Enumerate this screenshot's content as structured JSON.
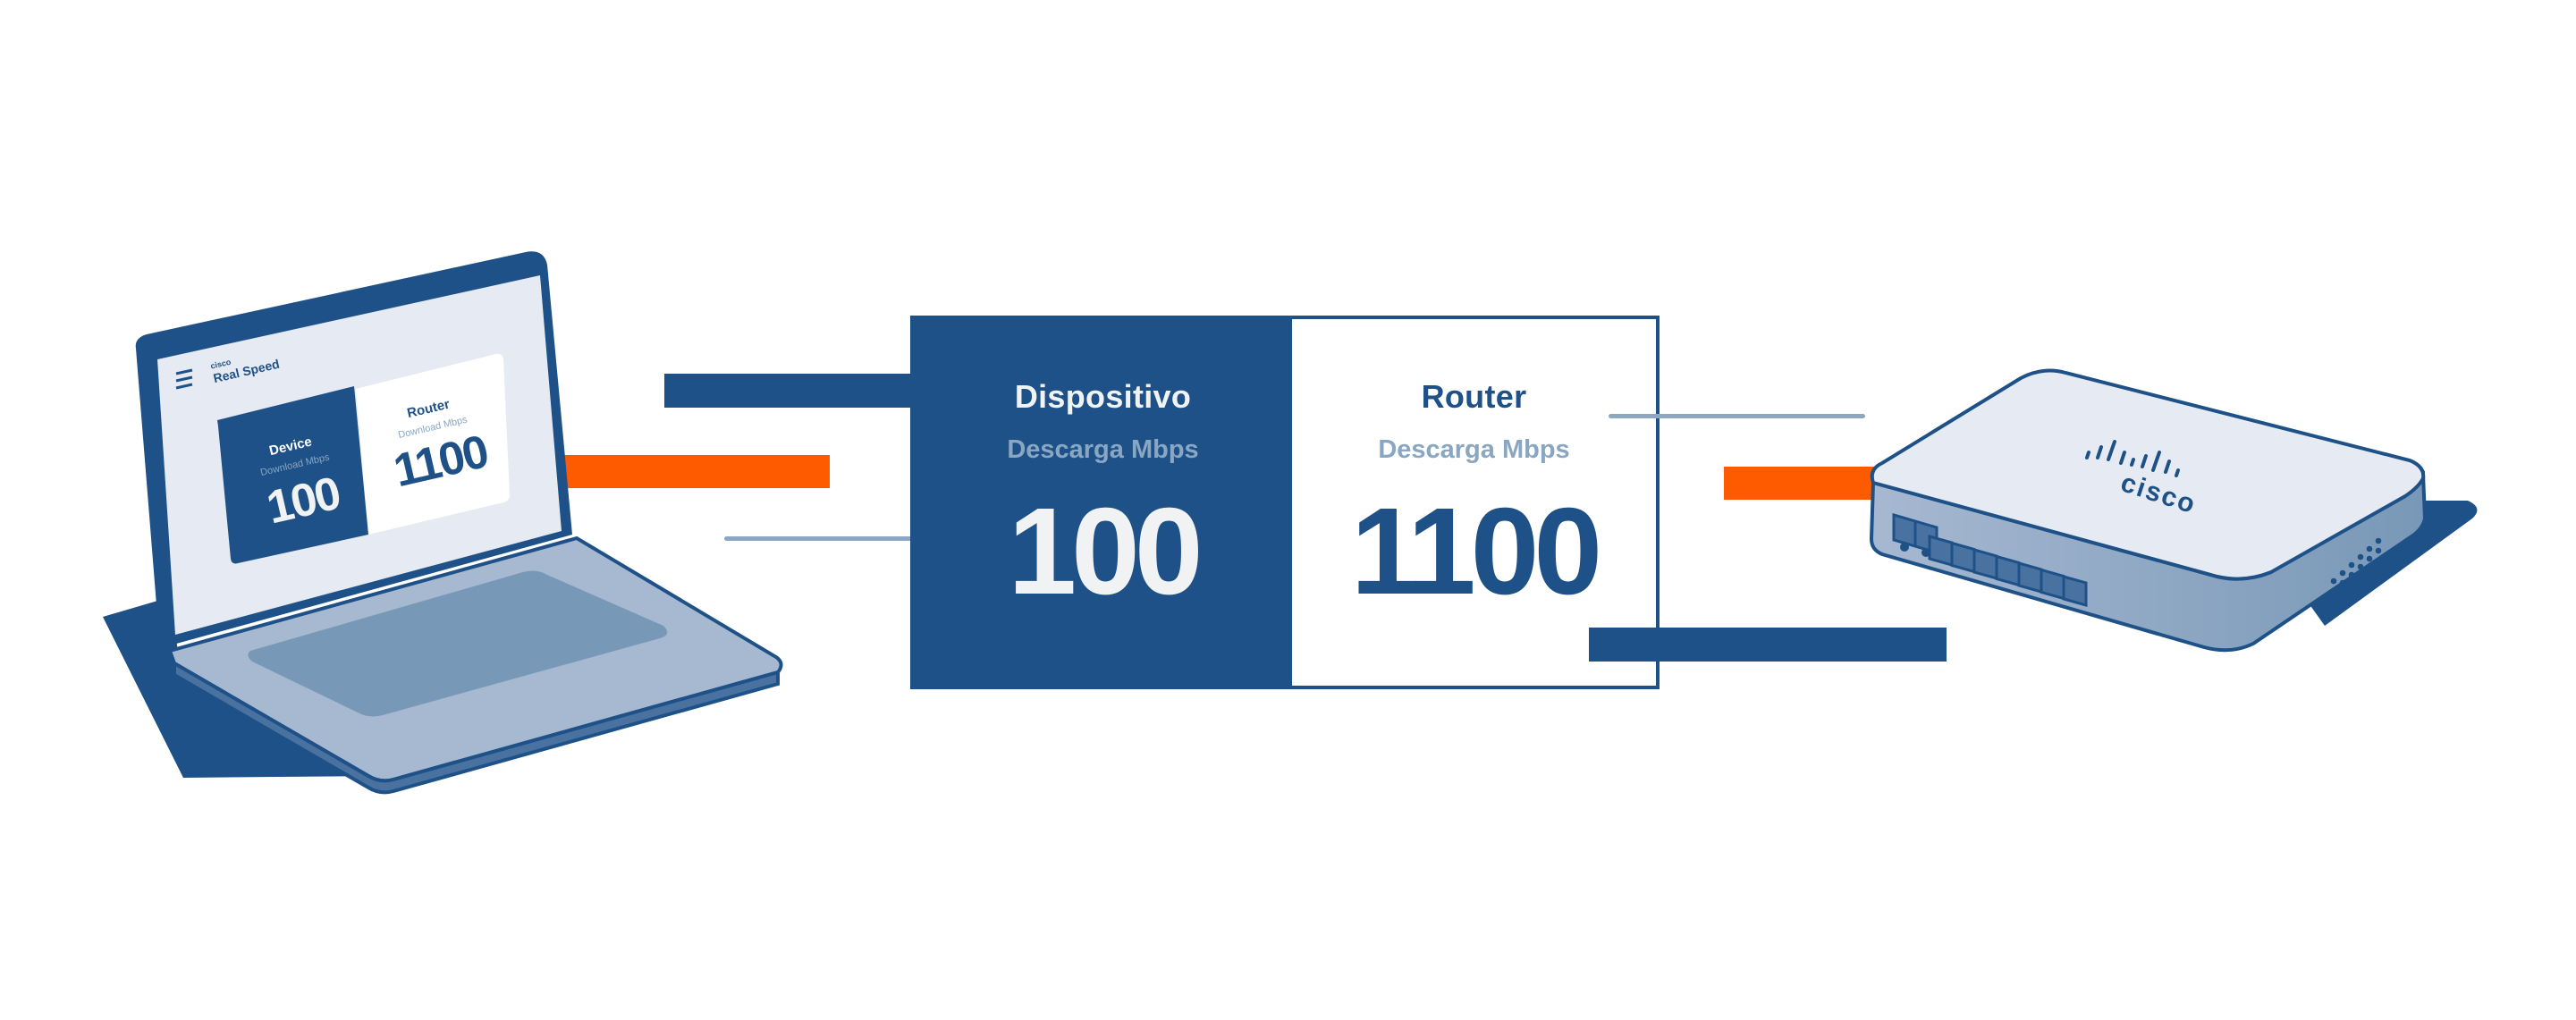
{
  "comparison_card": {
    "device": {
      "title": "Dispositivo",
      "subtitle": "Descarga Mbps",
      "value": "100"
    },
    "router": {
      "title": "Router",
      "subtitle": "Descarga Mbps",
      "value": "1100"
    }
  },
  "laptop_screen": {
    "brand": "cisco",
    "app_name": "Real Speed",
    "device": {
      "title": "Device",
      "subtitle": "Download Mbps",
      "value": "100"
    },
    "router": {
      "title": "Router",
      "subtitle": "Download Mbps",
      "value": "1100"
    }
  },
  "router_device": {
    "brand_label": "cisco"
  },
  "colors": {
    "navy": "#1e5187",
    "orange": "#fe5a00",
    "light_blue": "#8ba7c4",
    "screen_bg": "#e6ebf3",
    "laptop_body": "#a7b8d1",
    "trackpad": "#7898b7"
  }
}
